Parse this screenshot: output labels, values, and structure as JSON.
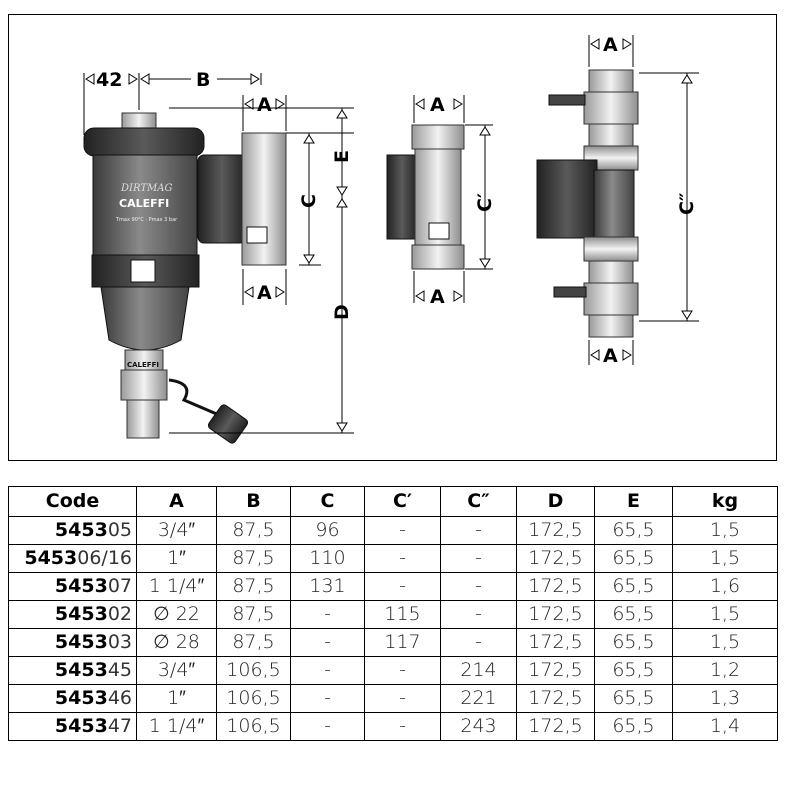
{
  "drawing": {
    "labels": {
      "dim_42": "42",
      "dim_B": "B",
      "dim_A_1": "A",
      "dim_A_2": "A",
      "dim_A_3": "A",
      "dim_A_4": "A",
      "dim_A_5": "A",
      "dim_A_6": "A",
      "dim_C": "C",
      "dim_C_prime": "C′",
      "dim_C_double_prime": "C″",
      "dim_D": "D",
      "dim_E": "E"
    },
    "brand_badge": "CALEFFI",
    "body_script": "DIRTMAG",
    "body_small_text": "Tmax 90°C · Pmax 3 bar",
    "valve_badge": "CALEFFI"
  },
  "table": {
    "headers": [
      "Code",
      "A",
      "B",
      "C",
      "C′",
      "C″",
      "D",
      "E",
      "kg"
    ],
    "rows": [
      {
        "code_prefix": "5453",
        "code_suffix": "05",
        "A": "3/4″",
        "B": "87,5",
        "C": "96",
        "C1": "-",
        "C2": "-",
        "D": "172,5",
        "E": "65,5",
        "kg": "1,5"
      },
      {
        "code_prefix": "5453",
        "code_suffix": "06/16",
        "A": "1″",
        "B": "87,5",
        "C": "110",
        "C1": "-",
        "C2": "-",
        "D": "172,5",
        "E": "65,5",
        "kg": "1,5"
      },
      {
        "code_prefix": "5453",
        "code_suffix": "07",
        "A": "1 1/4″",
        "B": "87,5",
        "C": "131",
        "C1": "-",
        "C2": "-",
        "D": "172,5",
        "E": "65,5",
        "kg": "1,6"
      },
      {
        "code_prefix": "5453",
        "code_suffix": "02",
        "A": "∅ 22",
        "B": "87,5",
        "C": "-",
        "C1": "115",
        "C2": "-",
        "D": "172,5",
        "E": "65,5",
        "kg": "1,5"
      },
      {
        "code_prefix": "5453",
        "code_suffix": "03",
        "A": "∅ 28",
        "B": "87,5",
        "C": "-",
        "C1": "117",
        "C2": "-",
        "D": "172,5",
        "E": "65,5",
        "kg": "1,5"
      },
      {
        "code_prefix": "5453",
        "code_suffix": "45",
        "A": "3/4″",
        "B": "106,5",
        "C": "-",
        "C1": "-",
        "C2": "214",
        "D": "172,5",
        "E": "65,5",
        "kg": "1,2"
      },
      {
        "code_prefix": "5453",
        "code_suffix": "46",
        "A": "1″",
        "B": "106,5",
        "C": "-",
        "C1": "-",
        "C2": "221",
        "D": "172,5",
        "E": "65,5",
        "kg": "1,3"
      },
      {
        "code_prefix": "5453",
        "code_suffix": "47",
        "A": "1 1/4″",
        "B": "106,5",
        "C": "-",
        "C1": "-",
        "C2": "243",
        "D": "172,5",
        "E": "65,5",
        "kg": "1,4"
      }
    ]
  }
}
